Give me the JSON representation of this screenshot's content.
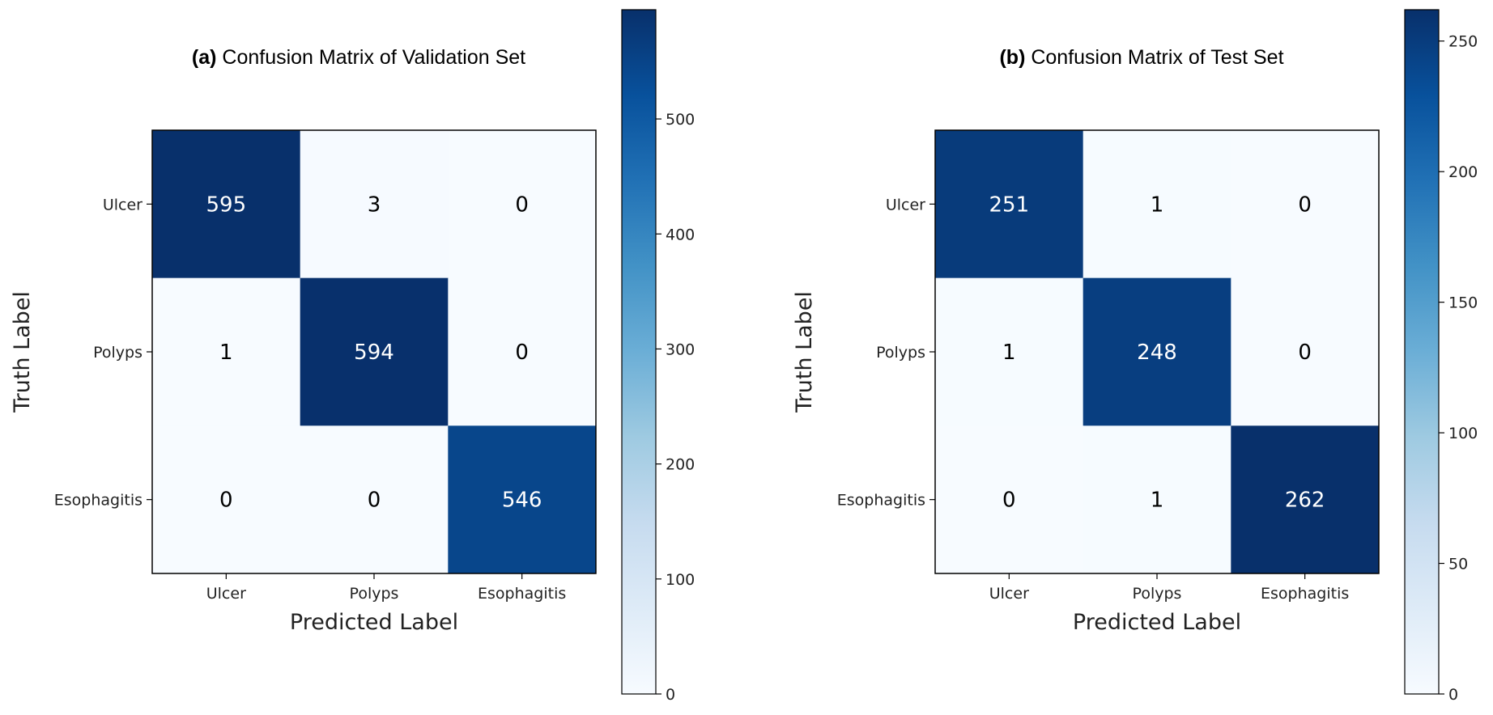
{
  "chart_data": [
    {
      "type": "heatmap",
      "title_tag": "(a)",
      "title": "Confusion Matrix of Validation Set",
      "xlabel": "Predicted Label",
      "ylabel": "Truth Label",
      "x_categories": [
        "Ulcer",
        "Polyps",
        "Esophagitis"
      ],
      "y_categories": [
        "Ulcer",
        "Polyps",
        "Esophagitis"
      ],
      "values": [
        [
          595,
          3,
          0
        ],
        [
          1,
          594,
          0
        ],
        [
          0,
          0,
          546
        ]
      ],
      "colorbar": {
        "min": 0,
        "max": 595,
        "ticks": [
          0,
          100,
          200,
          300,
          400,
          500
        ],
        "colormap": "Blues"
      }
    },
    {
      "type": "heatmap",
      "title_tag": "(b)",
      "title": "Confusion Matrix of Test Set",
      "xlabel": "Predicted Label",
      "ylabel": "Truth Label",
      "x_categories": [
        "Ulcer",
        "Polyps",
        "Esophagitis"
      ],
      "y_categories": [
        "Ulcer",
        "Polyps",
        "Esophagitis"
      ],
      "values": [
        [
          251,
          1,
          0
        ],
        [
          1,
          248,
          0
        ],
        [
          0,
          1,
          262
        ]
      ],
      "colorbar": {
        "min": 0,
        "max": 262,
        "ticks": [
          0,
          50,
          100,
          150,
          200,
          250
        ],
        "colormap": "Blues"
      }
    }
  ]
}
